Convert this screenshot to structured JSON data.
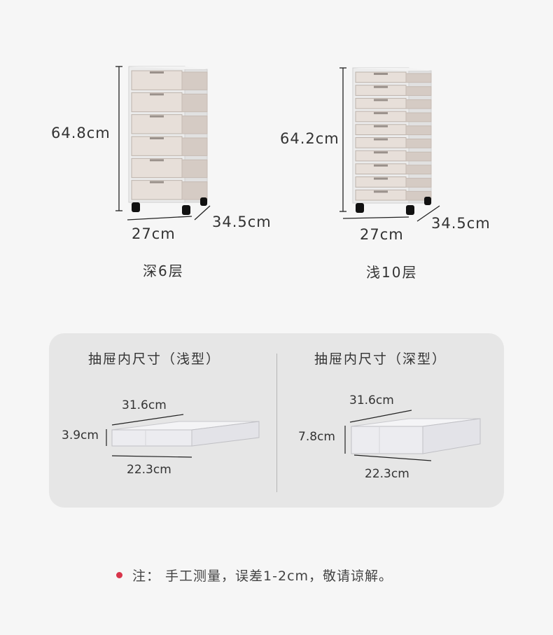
{
  "products": [
    {
      "height_label": "64.8cm",
      "width_label": "27cm",
      "depth_label": "34.5cm",
      "caption": "深6层",
      "drawer_count": 6
    },
    {
      "height_label": "64.2cm",
      "width_label": "27cm",
      "depth_label": "34.5cm",
      "caption": "浅10层",
      "drawer_count": 10
    }
  ],
  "inner_size": {
    "shallow": {
      "title": "抽屉内尺寸（浅型）",
      "length_label": "31.6cm",
      "height_label": "3.9cm",
      "width_label": "22.3cm"
    },
    "deep": {
      "title": "抽屉内尺寸（深型）",
      "length_label": "31.6cm",
      "height_label": "7.8cm",
      "width_label": "22.3cm"
    }
  },
  "note": {
    "text": "注：  手工测量，误差1-2cm，敬请谅解。",
    "dot_color": "#d8354b"
  }
}
